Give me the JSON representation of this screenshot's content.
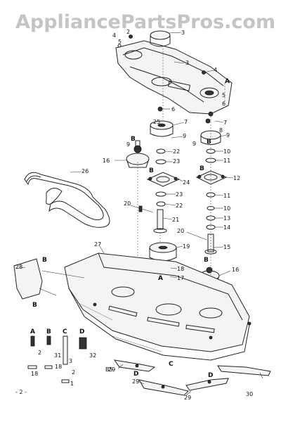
{
  "watermark": "AppliancePartsPros.com",
  "page_label": "- 2 -",
  "callouts": {
    "n2": "2",
    "n3": "3",
    "n4": "4",
    "n5": "5",
    "n6": "6",
    "n7": "7",
    "n8": "8",
    "n9": "9",
    "n10": "10",
    "n11": "11",
    "n12": "12",
    "n13": "13",
    "n14": "14",
    "n15": "15",
    "n16": "16",
    "n17": "17",
    "n18": "18",
    "n19": "19",
    "n20": "20",
    "n21": "21",
    "n22": "22",
    "n23": "23",
    "n24": "24",
    "n25": "25",
    "n26": "26",
    "n27": "27",
    "n28": "28",
    "n29": "29",
    "n30": "30",
    "n31": "31",
    "n32": "32",
    "lA": "A",
    "lB": "B",
    "lC": "C",
    "lD": "D",
    "b18": "18",
    "b18b": "18",
    "b1": "1",
    "b2": "2",
    "code_b5": "B5"
  }
}
